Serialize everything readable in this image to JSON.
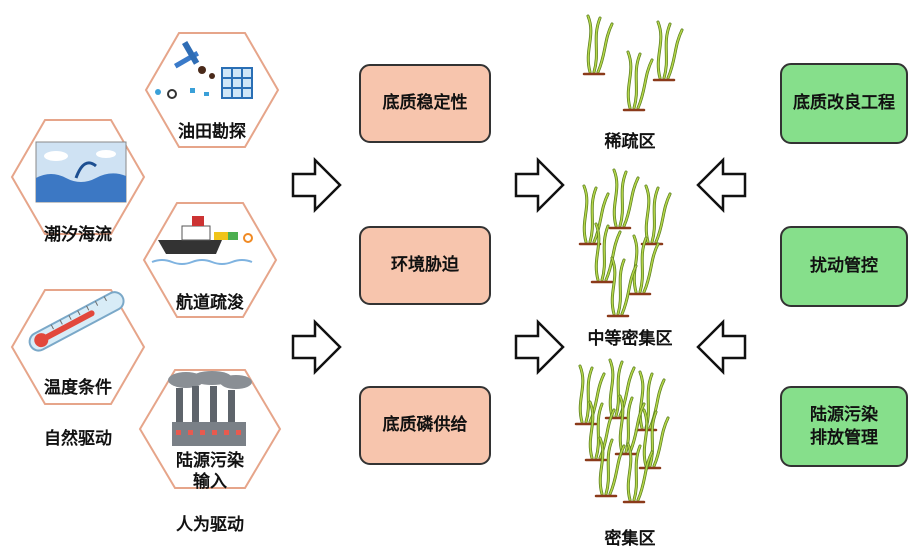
{
  "natural": {
    "group_label": "自然驱动",
    "items": [
      "潮汐海流",
      "温度条件"
    ]
  },
  "human": {
    "group_label": "人为驱动",
    "items": [
      "油田勘探",
      "航道疏浚",
      "陆源污染\n输入"
    ]
  },
  "factors": [
    "底质稳定性",
    "环境胁迫",
    "底质磷供给"
  ],
  "zones": [
    "稀疏区",
    "中等密集区",
    "密集区"
  ],
  "measures": [
    "底质改良工程",
    "扰动管控",
    "陆源污染\n排放管理"
  ],
  "colors": {
    "factor_fill": "#f7c5ad",
    "measure_fill": "#86df8b",
    "seagrass": "#8bb63a",
    "hex_stroke": "#e6a58a"
  }
}
